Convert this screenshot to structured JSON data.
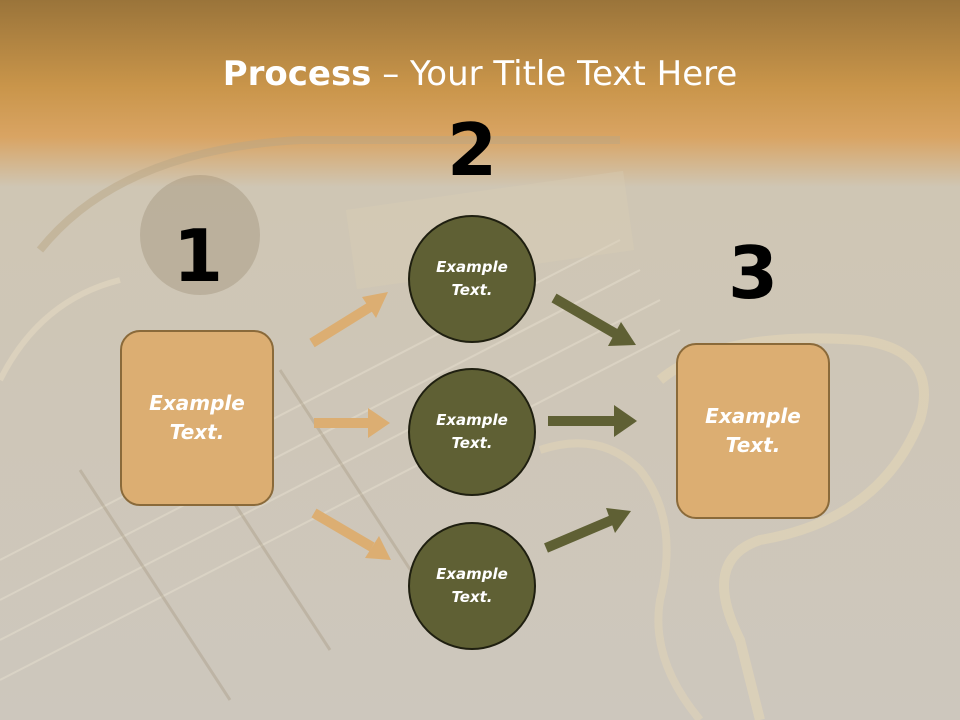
{
  "title": {
    "bold": "Process",
    "rest": " – Your Title Text Here"
  },
  "steps": [
    {
      "number": "1",
      "label": "Example\nText."
    },
    {
      "number": "2",
      "circles": [
        "Example\nText.",
        "Example\nText.",
        "Example\nText."
      ]
    },
    {
      "number": "3",
      "label": "Example\nText."
    }
  ],
  "colors": {
    "box_fill": "#dcae72",
    "circle_fill": "#5f6034",
    "arrow_light": "#dcae72",
    "arrow_dark": "#5f6034",
    "header": "#c9954a"
  }
}
